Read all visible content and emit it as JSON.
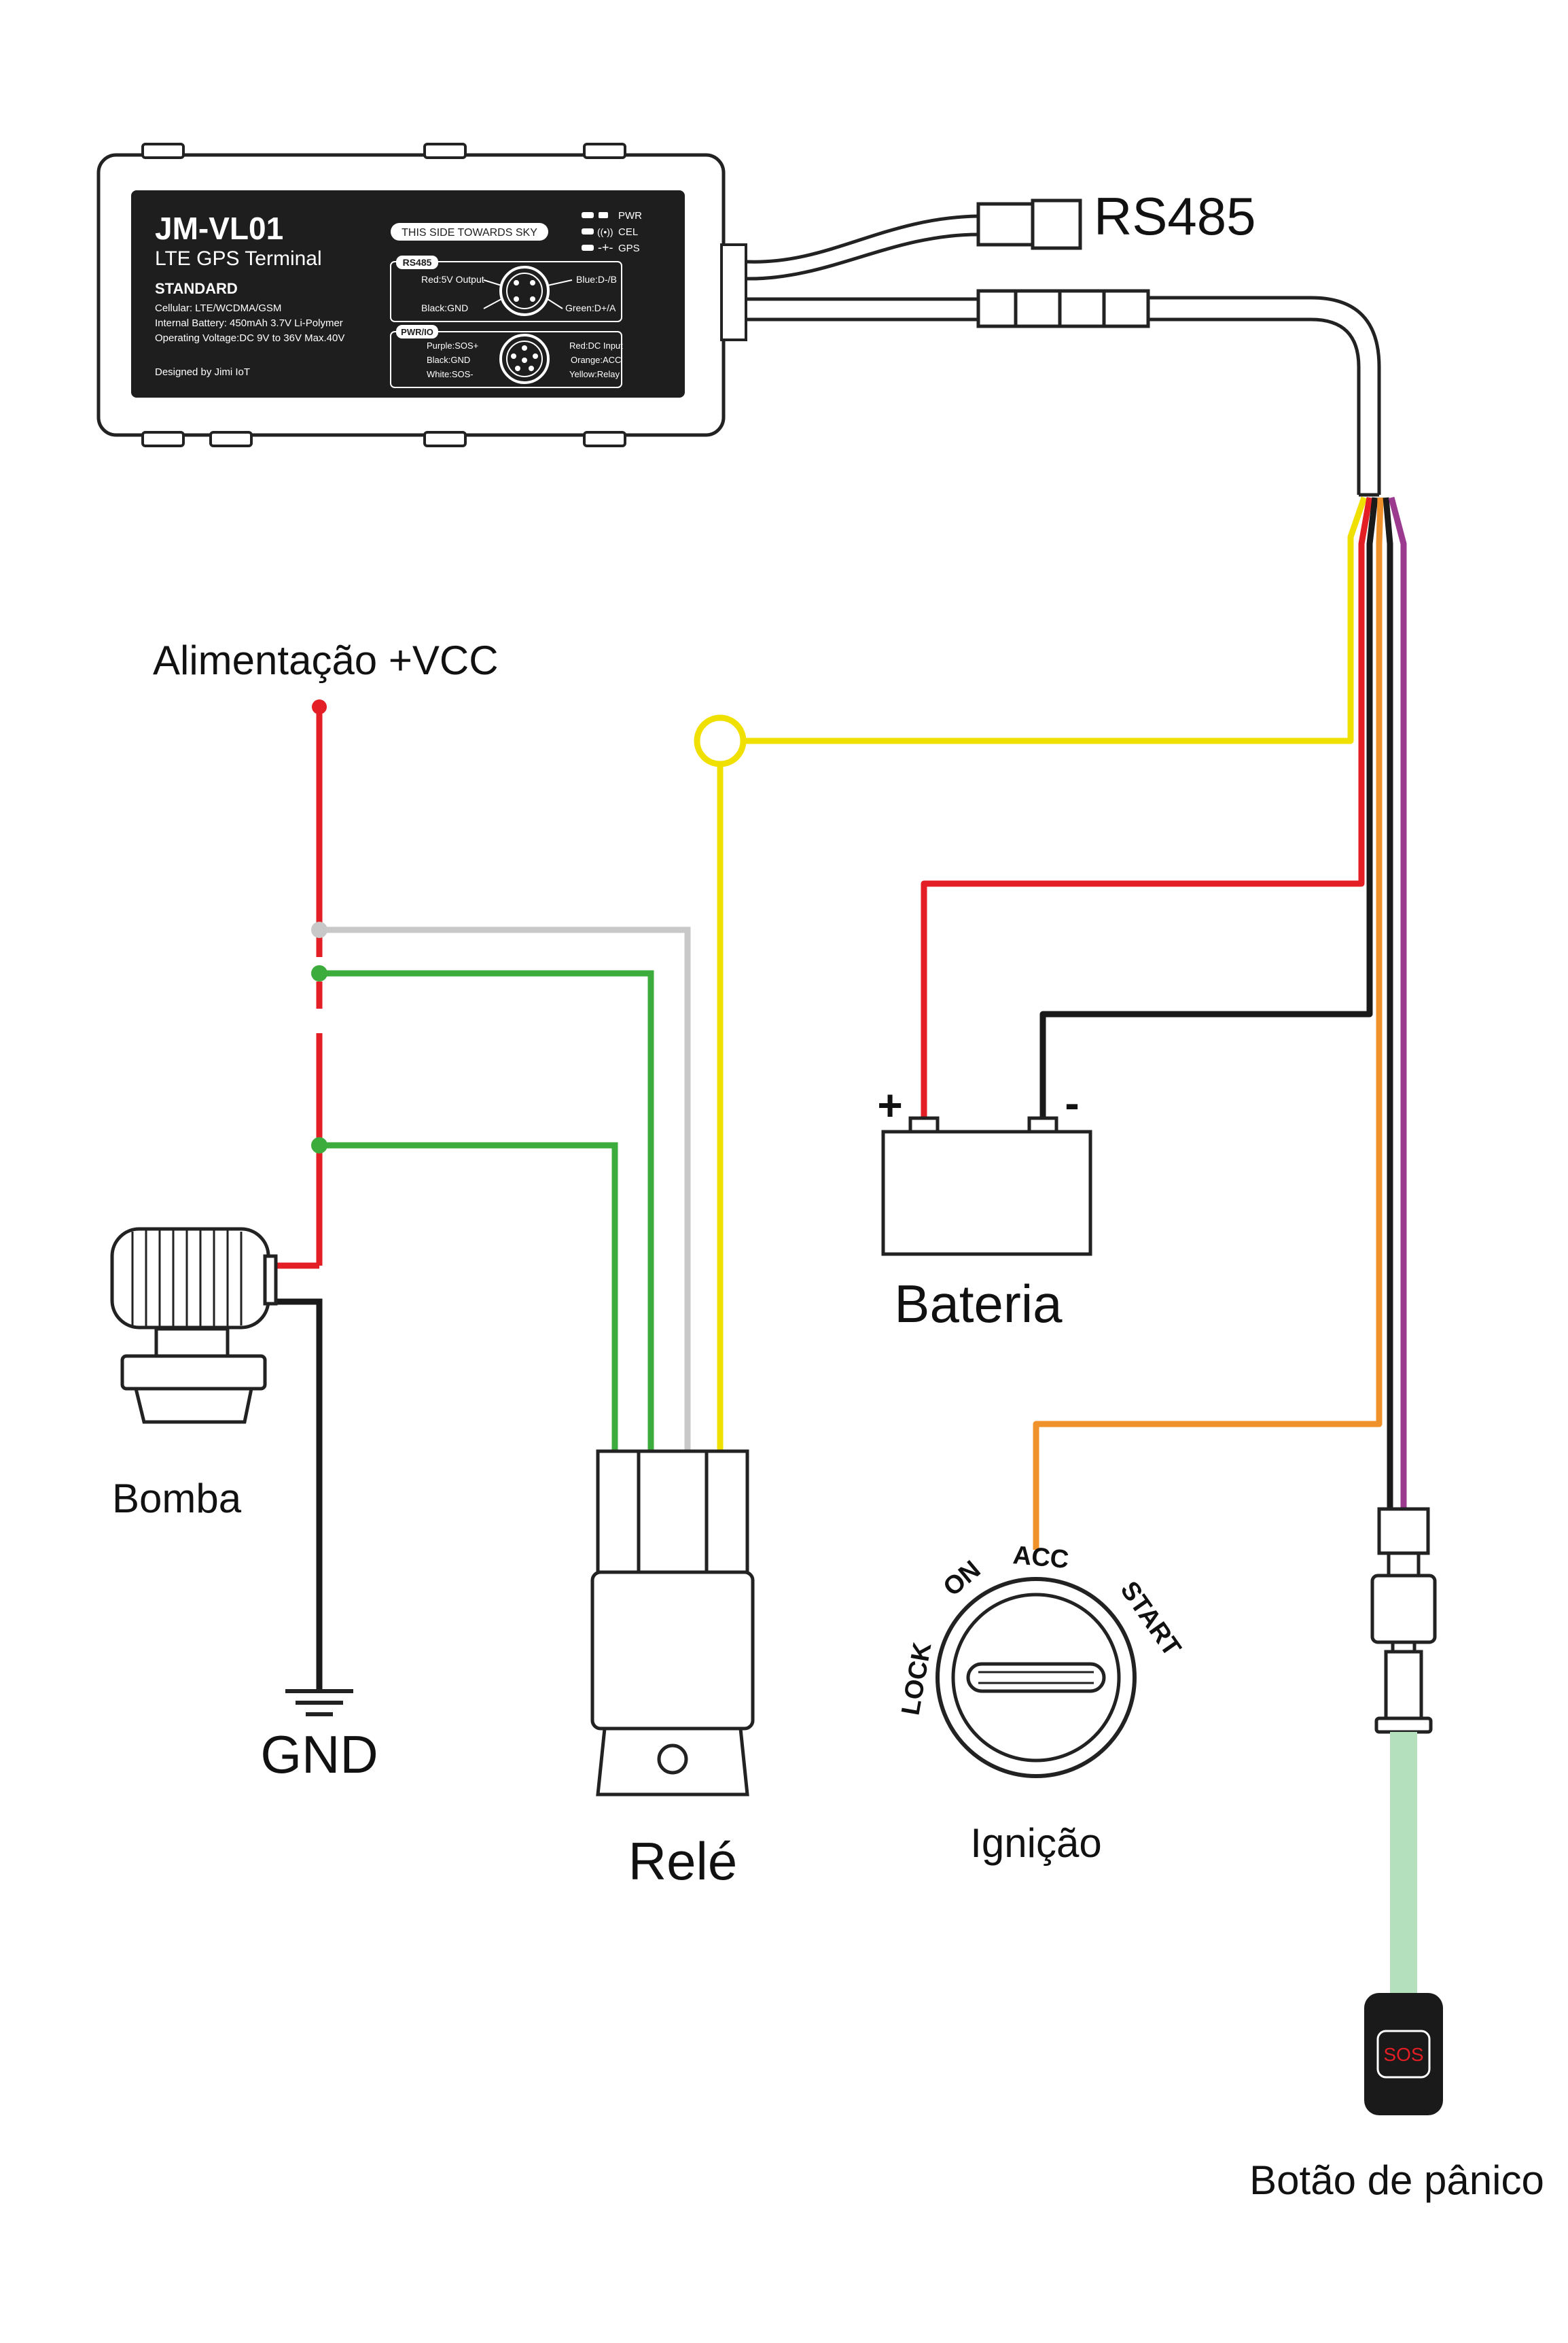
{
  "device": {
    "model": "JM-VL01",
    "subtitle": "LTE GPS Terminal",
    "sky_label": "THIS SIDE  TOWARDS SKY",
    "edition": "STANDARD",
    "spec_cellular": "Cellular: LTE/WCDMA/GSM",
    "spec_battery": "Internal Battery: 450mAh 3.7V Li-Polymer",
    "spec_voltage": "Operating Voltage:DC 9V to 36V Max.40V",
    "designer": "Designed by Jimi IoT",
    "leds": [
      "PWR",
      "CEL",
      "GPS"
    ],
    "rs485_panel": {
      "title": "RS485",
      "left": [
        "Red:5V Output",
        "Black:GND"
      ],
      "right": [
        "Blue:D-/B",
        "Green:D+/A"
      ]
    },
    "pwr_panel": {
      "title": "PWR/IO",
      "left": [
        "Purple:SOS+",
        "Black:GND",
        "White:SOS-"
      ],
      "right": [
        "Red:DC Input",
        "Orange:ACC",
        "Yellow:Relay"
      ]
    }
  },
  "labels": {
    "rs485": "RS485",
    "power": "Alimentação +VCC",
    "battery": "Bateria",
    "battery_plus": "+",
    "battery_minus": "-",
    "pump": "Bomba",
    "gnd": "GND",
    "relay": "Relé",
    "ignition": "Ignição",
    "panic": "Botão de pânico"
  },
  "ignition_positions": [
    "LOCK",
    "ON",
    "ACC",
    "START"
  ],
  "sos_button": "SOS",
  "wire_colors": {
    "yellow": "#f0e000",
    "red": "#e31e24",
    "black": "#1a1a1a",
    "orange": "#f0922b",
    "purple": "#9b3a8e",
    "green": "#3cac3c",
    "white": "#c8c8c8",
    "sos_cable": "#b4e0bd"
  }
}
